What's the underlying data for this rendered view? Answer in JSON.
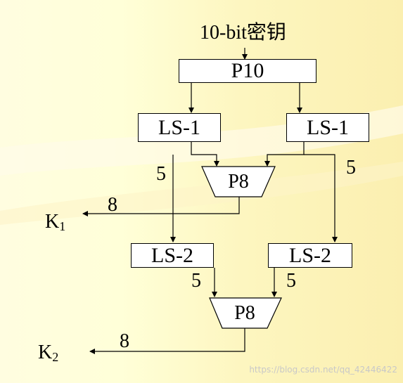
{
  "diagram": {
    "title": "10-bit密钥",
    "p10": "P10",
    "ls1_left": "LS-1",
    "ls1_right": "LS-1",
    "p8_upper": "P8",
    "p8_lower": "P8",
    "ls2_left": "LS-2",
    "ls2_right": "LS-2",
    "k1_main": "K",
    "k1_sub": "1",
    "k2_main": "K",
    "k2_sub": "2",
    "bits_left_upper": "5",
    "bits_right_upper": "5",
    "bits_k1": "8",
    "bits_left_lower": "5",
    "bits_right_lower": "5",
    "bits_k2": "8"
  },
  "watermark": "https://blog.csdn.net/qq_42446422",
  "colors": {
    "background": "#fffde0",
    "box_fill": "#ffffff",
    "line": "#000000"
  }
}
